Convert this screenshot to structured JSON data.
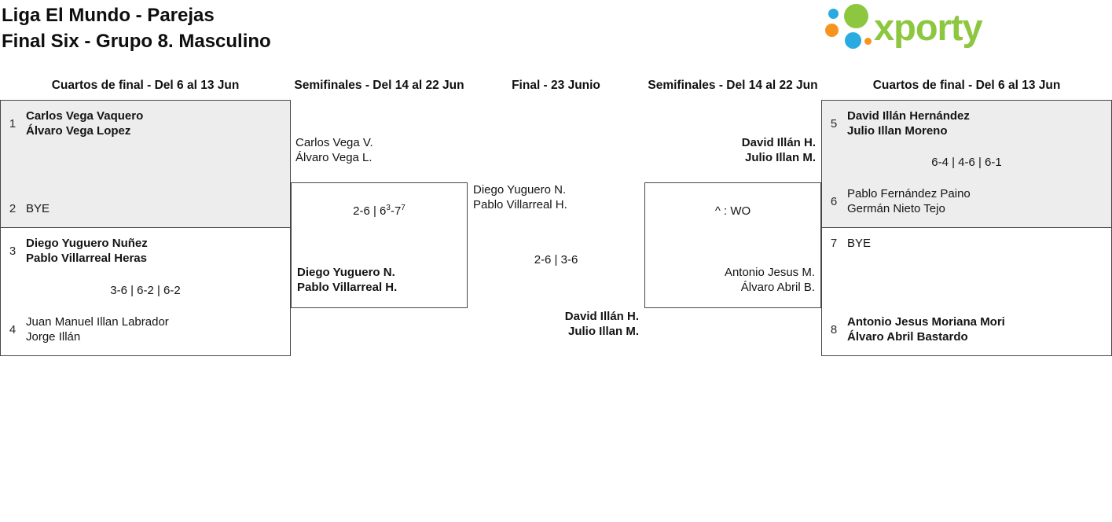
{
  "page": {
    "title_line1": "Liga El Mundo - Parejas",
    "title_line2": "Final Six - Grupo 8. Masculino"
  },
  "logo": {
    "text": "xporty",
    "colors": {
      "green": "#8dc63f",
      "blue": "#29abe2",
      "orange": "#f7941e"
    }
  },
  "round_headers": {
    "qf_left": "Cuartos de final - Del 6 al 13 Jun",
    "sf_left": "Semifinales - Del 14 al 22 Jun",
    "final": "Final - 23 Junio",
    "sf_right": "Semifinales - Del 14 al 22 Jun",
    "qf_right": "Cuartos de final - Del 6 al 13 Jun"
  },
  "qf_left": {
    "match1": {
      "seed1": "1",
      "team1_line1": "Carlos Vega Vaquero",
      "team1_line2": "Álvaro Vega Lopez",
      "score": "",
      "seed2": "2",
      "team2_line1": "BYE",
      "team2_line2": ""
    },
    "match2": {
      "seed1": "3",
      "team1_line1": "Diego Yuguero Nuñez",
      "team1_line2": "Pablo Villarreal Heras",
      "score": "3-6 | 6-2 | 6-2",
      "seed2": "4",
      "team2_line1": "Juan Manuel Illan Labrador",
      "team2_line2": "Jorge Illán"
    }
  },
  "sf_left": {
    "top_line1": "Carlos Vega V.",
    "top_line2": "Álvaro Vega L.",
    "score_base": "2-6 | 6",
    "score_sup1": "3",
    "score_mid": "-7",
    "score_sup2": "7",
    "bottom_line1": "Diego Yuguero N.",
    "bottom_line2": "Pablo Villarreal H."
  },
  "final": {
    "top_line1": "Diego Yuguero N.",
    "top_line2": "Pablo Villarreal H.",
    "score": "2-6 | 3-6",
    "bottom_line1": "David Illán H.",
    "bottom_line2": "Julio Illan M."
  },
  "sf_right": {
    "top_line1": "David Illán H.",
    "top_line2": "Julio Illan M.",
    "score": "^ : WO",
    "bottom_line1": "Antonio Jesus M.",
    "bottom_line2": "Álvaro Abril B."
  },
  "qf_right": {
    "match1": {
      "seed1": "5",
      "team1_line1": "David Illán Hernández",
      "team1_line2": "Julio Illan Moreno",
      "score": "6-4 | 4-6 | 6-1",
      "seed2": "6",
      "team2_line1": "Pablo Fernández Paino",
      "team2_line2": "Germán Nieto Tejo"
    },
    "match2": {
      "seed1": "7",
      "team1_line1": "BYE",
      "team1_line2": "",
      "score": "",
      "seed2": "8",
      "team2_line1": "Antonio Jesus Moriana Mori",
      "team2_line2": "Álvaro Abril Bastardo"
    }
  }
}
